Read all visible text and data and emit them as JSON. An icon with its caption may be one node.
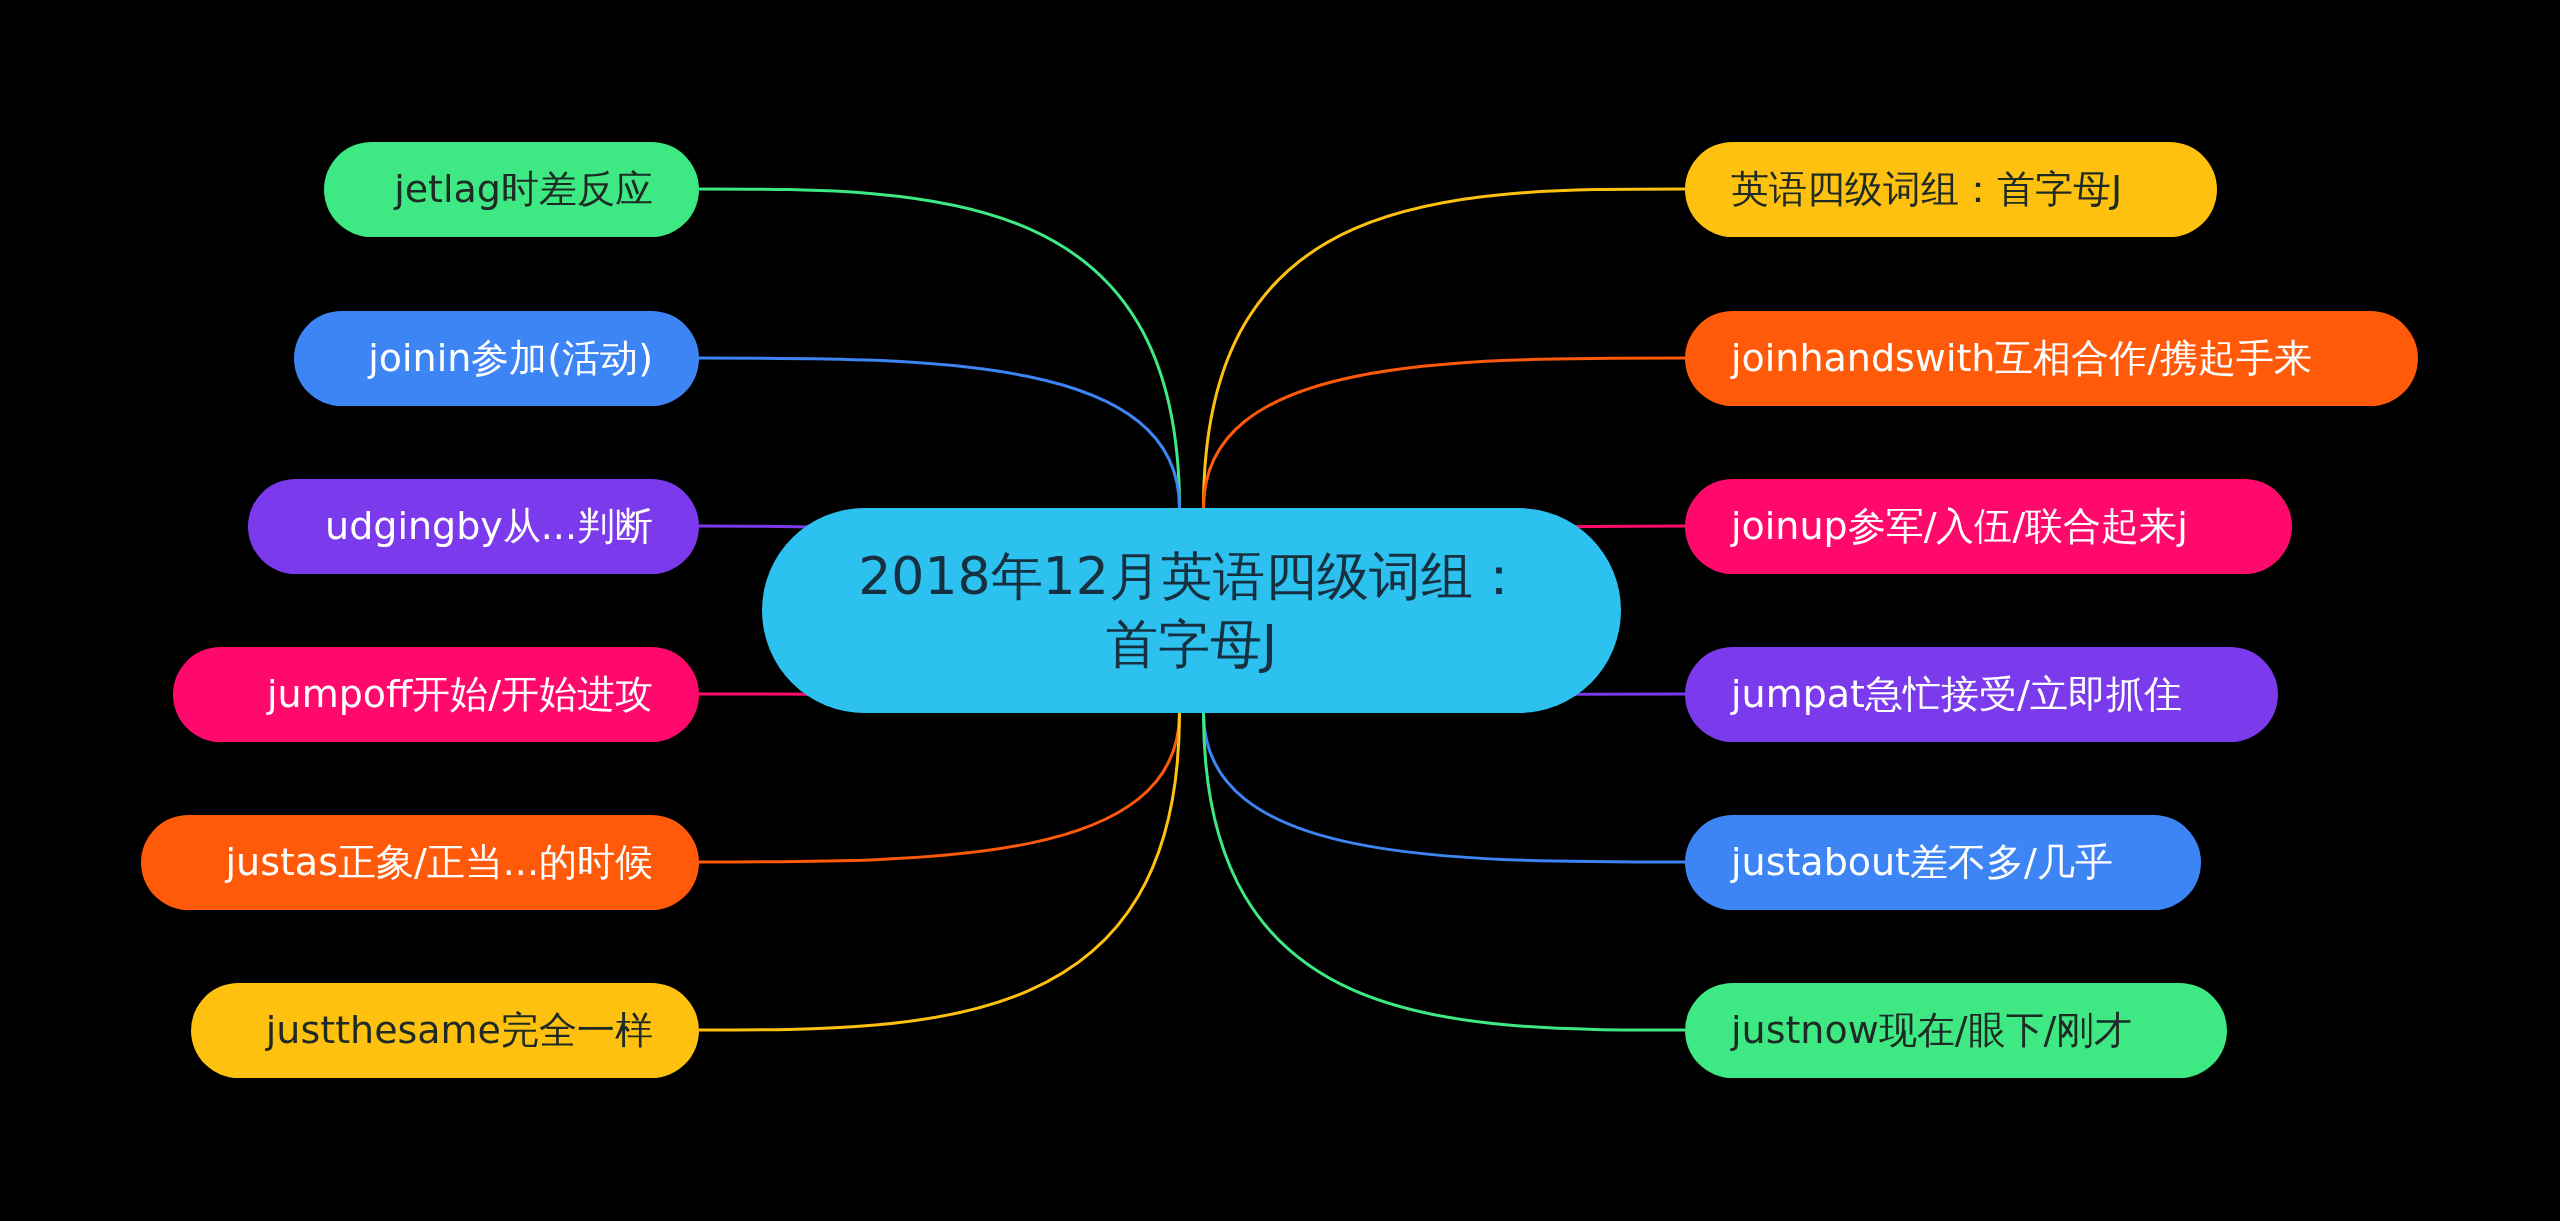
{
  "diagram": {
    "nodes": [
      {
        "text": [
          "2018年12月英语四级词组：首字母J"
        ]
      },
      {
        "text": [
          "jetlag时差反应"
        ]
      },
      {
        "text": [
          "joinin参加(活动)"
        ]
      },
      {
        "text": [
          "udgingby从...判断"
        ]
      },
      {
        "text": [
          "jumpoff开始/开始进攻"
        ]
      },
      {
        "text": [
          "justas正象/正当...的时候"
        ]
      },
      {
        "text": [
          "justthesame完全一样"
        ]
      },
      {
        "text": [
          "英语四级词组：首字母J"
        ]
      },
      {
        "text": [
          "joinhandswith互相合作/携起手来"
        ]
      },
      {
        "text": [
          "joinup参军/入伍/联合起来j"
        ]
      },
      {
        "text": [
          "jumpat急忙接受/立即抓住"
        ]
      },
      {
        "text": [
          "justabout差不多/几乎"
        ]
      },
      {
        "text": [
          "justnow现在/眼下/刚才"
        ]
      }
    ],
    "edges": [
      {
        "from": 0,
        "to": 1,
        "arrow": "none",
        "color": "#3ee882"
      },
      {
        "from": 0,
        "to": 2,
        "arrow": "none",
        "color": "#3d85f5"
      },
      {
        "from": 0,
        "to": 3,
        "arrow": "none",
        "color": "#7b3aeb"
      },
      {
        "from": 0,
        "to": 4,
        "arrow": "none",
        "color": "#ff0a6c"
      },
      {
        "from": 0,
        "to": 5,
        "arrow": "none",
        "color": "#ff5a0a"
      },
      {
        "from": 0,
        "to": 6,
        "arrow": "none",
        "color": "#ffc10f"
      },
      {
        "from": 0,
        "to": 7,
        "arrow": "none",
        "color": "#ffc10f"
      },
      {
        "from": 0,
        "to": 8,
        "arrow": "none",
        "color": "#ff5a0a"
      },
      {
        "from": 0,
        "to": 9,
        "arrow": "none",
        "color": "#ff0a6c"
      },
      {
        "from": 0,
        "to": 10,
        "arrow": "none",
        "color": "#7b3aeb"
      },
      {
        "from": 0,
        "to": 11,
        "arrow": "none",
        "color": "#3d85f5"
      },
      {
        "from": 0,
        "to": 12,
        "arrow": "none",
        "color": "#3ee882"
      }
    ]
  }
}
